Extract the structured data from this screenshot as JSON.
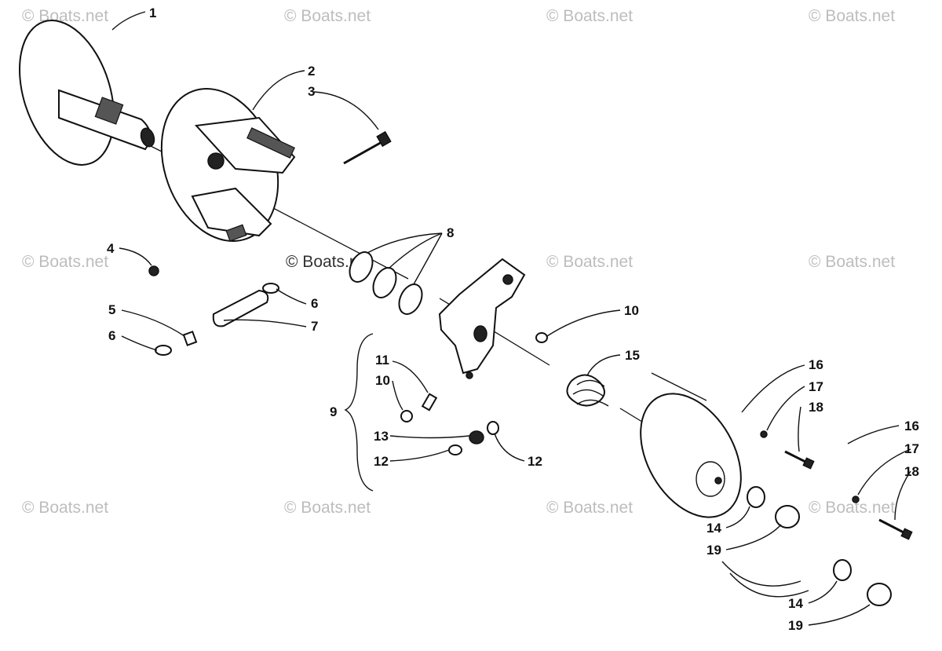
{
  "watermark": "© Boats.net",
  "watermark_center": "© Boats.net",
  "callouts": [
    "1",
    "2",
    "3",
    "4",
    "5",
    "6",
    "6",
    "7",
    "8",
    "9",
    "10",
    "10",
    "11",
    "12",
    "12",
    "13",
    "14",
    "14",
    "15",
    "16",
    "16",
    "17",
    "17",
    "18",
    "18",
    "19",
    "19"
  ]
}
